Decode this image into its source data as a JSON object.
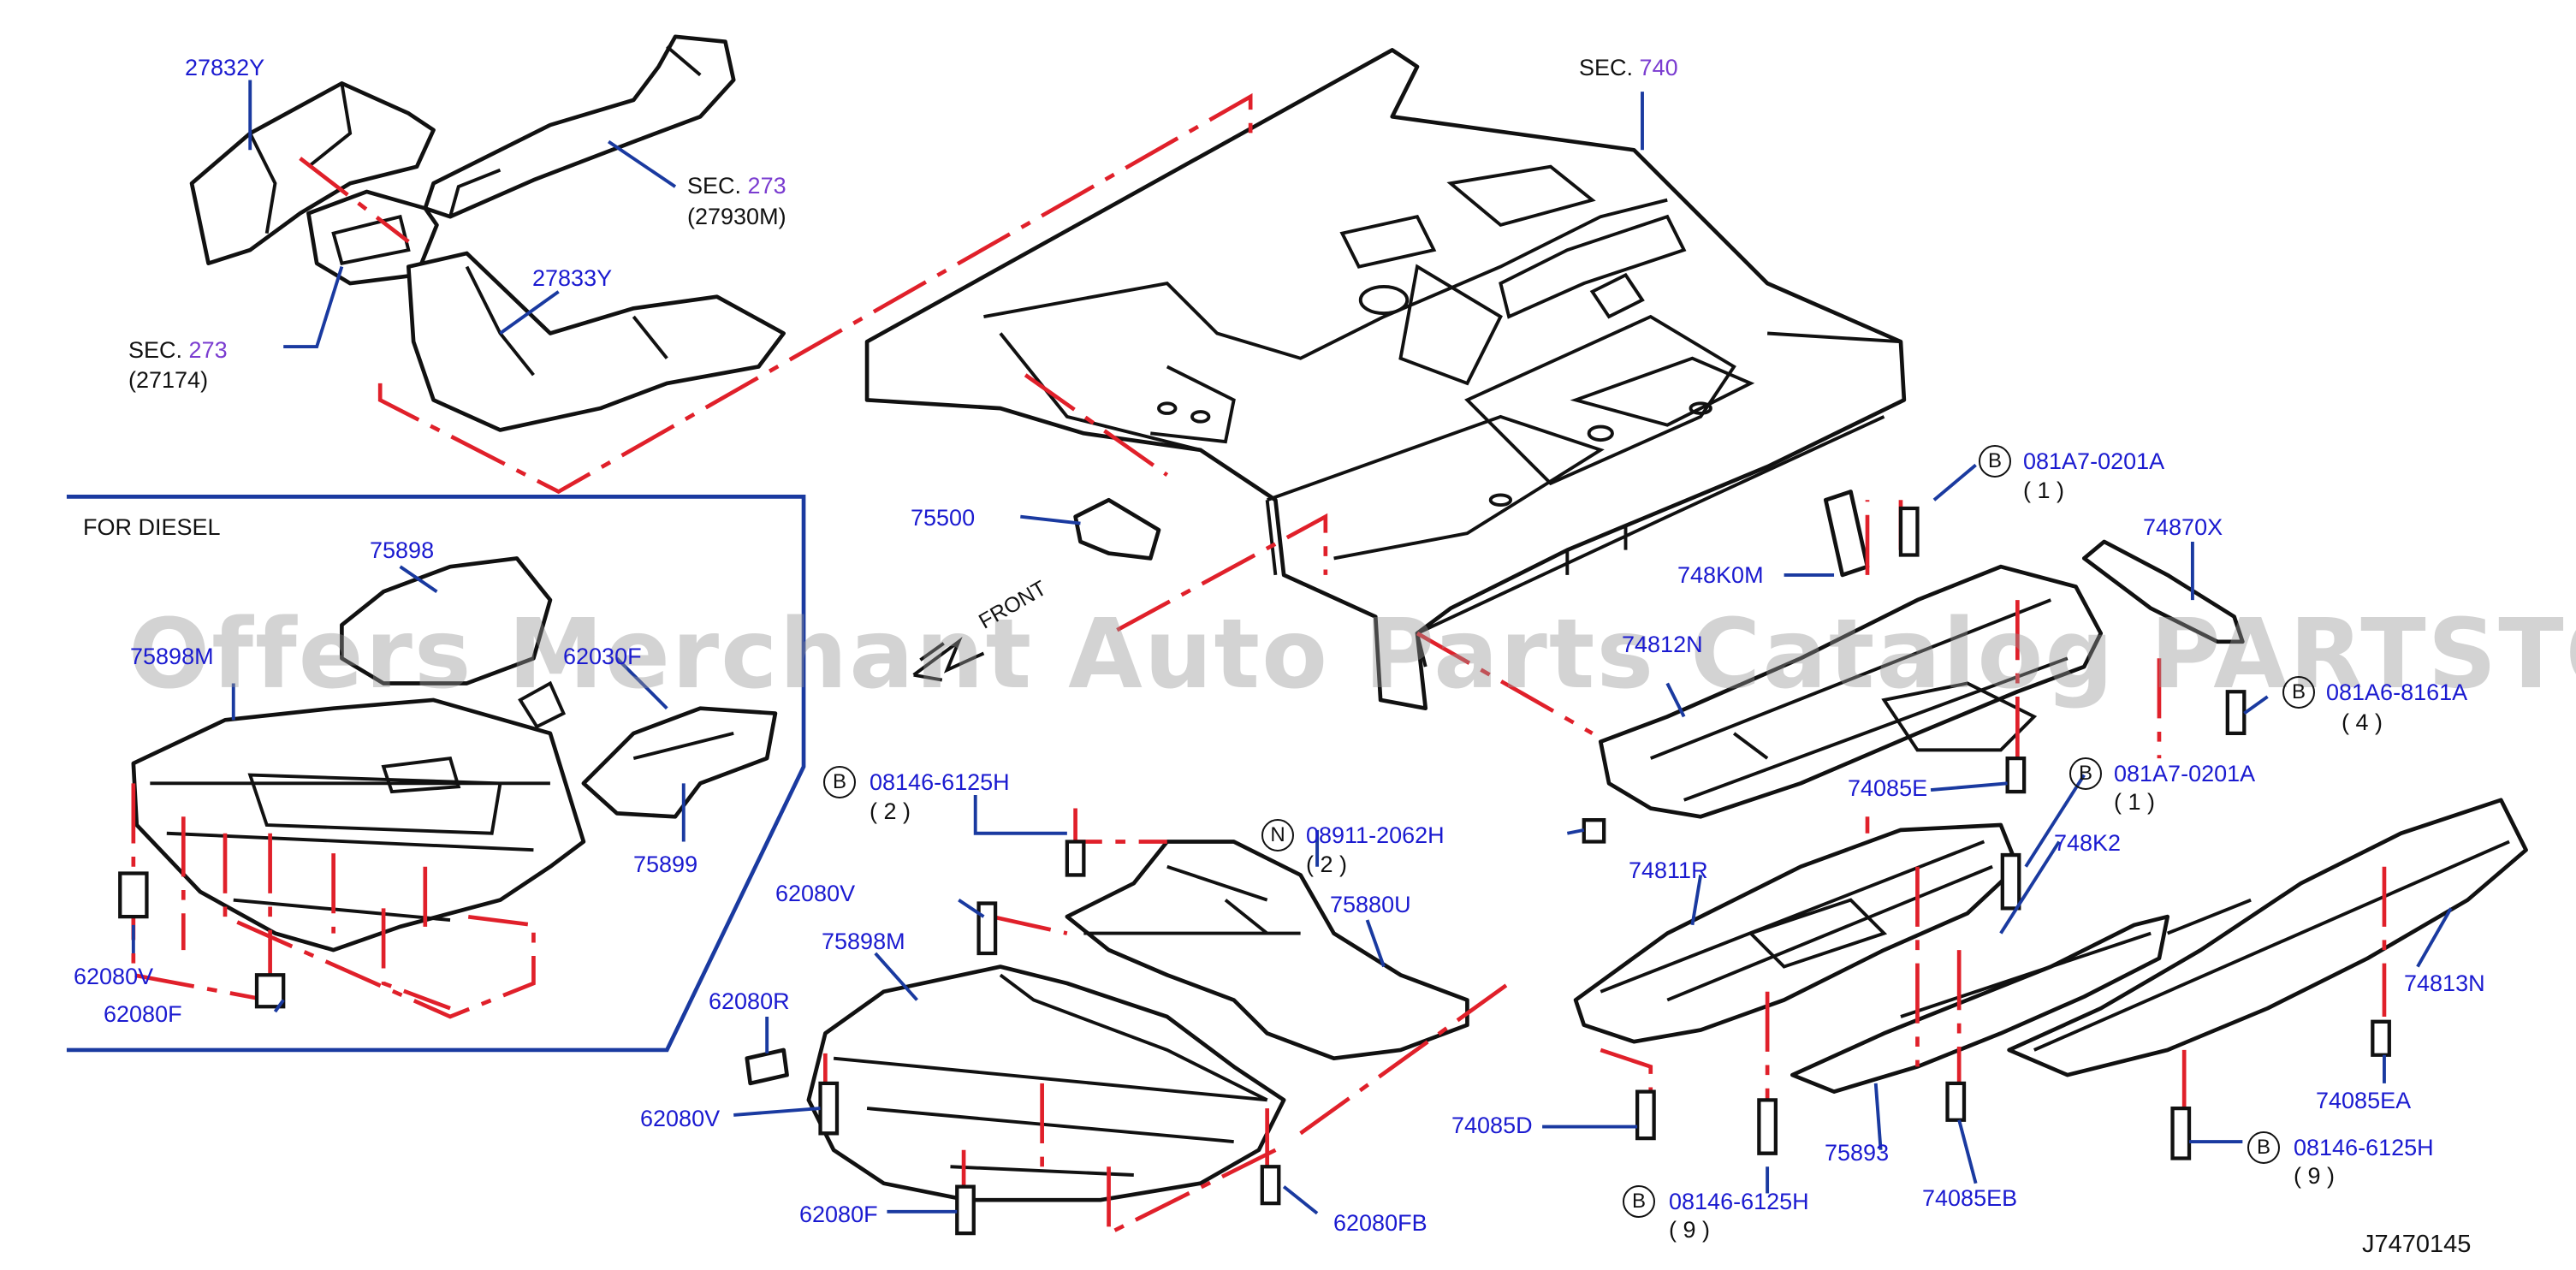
{
  "diagram": {
    "catalog_code": "J7470145",
    "watermark": "Offers Merchant Auto Parts Catalog PARTSTORE.SA",
    "inset_title": "FOR  DIESEL",
    "front_label": "FRONT",
    "colors": {
      "part_number": "#1a1ad0",
      "section_number": "#7a3cd0",
      "guide_line": "#e0202a",
      "leader": "#1a3aa0",
      "outline": "#111111"
    },
    "sections": [
      {
        "prefix": "SEC.",
        "number": "740"
      },
      {
        "prefix": "SEC.",
        "number": "273",
        "ref": "(27930M)"
      },
      {
        "prefix": "SEC.",
        "number": "273",
        "ref": "(27174)"
      }
    ],
    "parts": {
      "p27832Y": "27832Y",
      "p27833Y": "27833Y",
      "p75500": "75500",
      "p75898": "75898",
      "p75898_inset": "75898M",
      "p62030": "62030F",
      "p75899": "75899",
      "p62080V_inset": "62080V",
      "p62080F_inset": "62080F",
      "p62080V_a": "62080V",
      "p75898M": "75898M",
      "p62080R": "62080R",
      "p62080V_b": "62080V",
      "p62080F": "62080F",
      "p62080FB": "62080FB",
      "p75880U": "75880U",
      "p748K0M": "748K0M",
      "p74812N": "74812N",
      "p74870X": "74870X",
      "p74085E": "74085E",
      "p74811R": "74811R",
      "p748K2": "748K2",
      "p74813N": "74813N",
      "p74085D": "74085D",
      "p75893": "75893",
      "p74085EB": "74085EB",
      "p74085EA": "74085EA"
    },
    "callouts": [
      {
        "symbol": "B",
        "part": "081A7-0201A",
        "qty": "( 1 )"
      },
      {
        "symbol": "B",
        "part": "081A6-8161A",
        "qty": "( 4 )"
      },
      {
        "symbol": "B",
        "part": "081A7-0201A",
        "qty": "( 1 )"
      },
      {
        "symbol": "B",
        "part": "08146-6125H",
        "qty": "( 2 )"
      },
      {
        "symbol": "N",
        "part": "08911-2062H",
        "qty": "( 2 )"
      },
      {
        "symbol": "B",
        "part": "08146-6125H",
        "qty": "( 9 )"
      },
      {
        "symbol": "B",
        "part": "08146-6125H",
        "qty": "( 9 )"
      }
    ]
  }
}
